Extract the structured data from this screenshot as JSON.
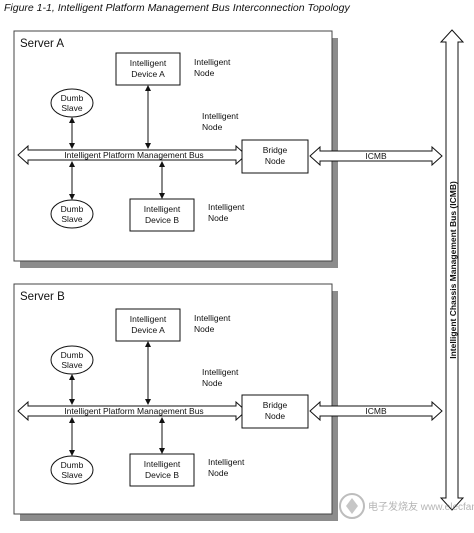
{
  "figure_title": "Figure 1-1, Intelligent Platform Management Bus Interconnection Topology",
  "servers": [
    {
      "name": "Server A",
      "intelligent_device_a": [
        "Intelligent",
        "Device A"
      ],
      "intelligent_device_b": [
        "Intelligent",
        "Device B"
      ],
      "dumb_slave_1": [
        "Dumb",
        "Slave"
      ],
      "dumb_slave_2": [
        "Dumb",
        "Slave"
      ],
      "node_label_1": [
        "Intelligent",
        "Node"
      ],
      "node_label_2": [
        "Intelligent",
        "Node"
      ],
      "node_label_3": [
        "Intelligent",
        "Node"
      ],
      "ipmb_label": "Intelligent Platform Management Bus",
      "bridge_node": [
        "Bridge",
        "Node"
      ],
      "icmb_label": "ICMB"
    },
    {
      "name": "Server B",
      "intelligent_device_a": [
        "Intelligent",
        "Device A"
      ],
      "intelligent_device_b": [
        "Intelligent",
        "Device B"
      ],
      "dumb_slave_1": [
        "Dumb",
        "Slave"
      ],
      "dumb_slave_2": [
        "Dumb",
        "Slave"
      ],
      "node_label_1": [
        "Intelligent",
        "Node"
      ],
      "node_label_2": [
        "Intelligent",
        "Node"
      ],
      "node_label_3": [
        "Intelligent",
        "Node"
      ],
      "ipmb_label": "Intelligent Platform Management Bus",
      "bridge_node": [
        "Bridge",
        "Node"
      ],
      "icmb_label": "ICMB"
    }
  ],
  "chassis_bus_label": "Intelligent Chassis Management Bus (ICMB)",
  "watermark": "电子发烧友 www.elecfans.com"
}
